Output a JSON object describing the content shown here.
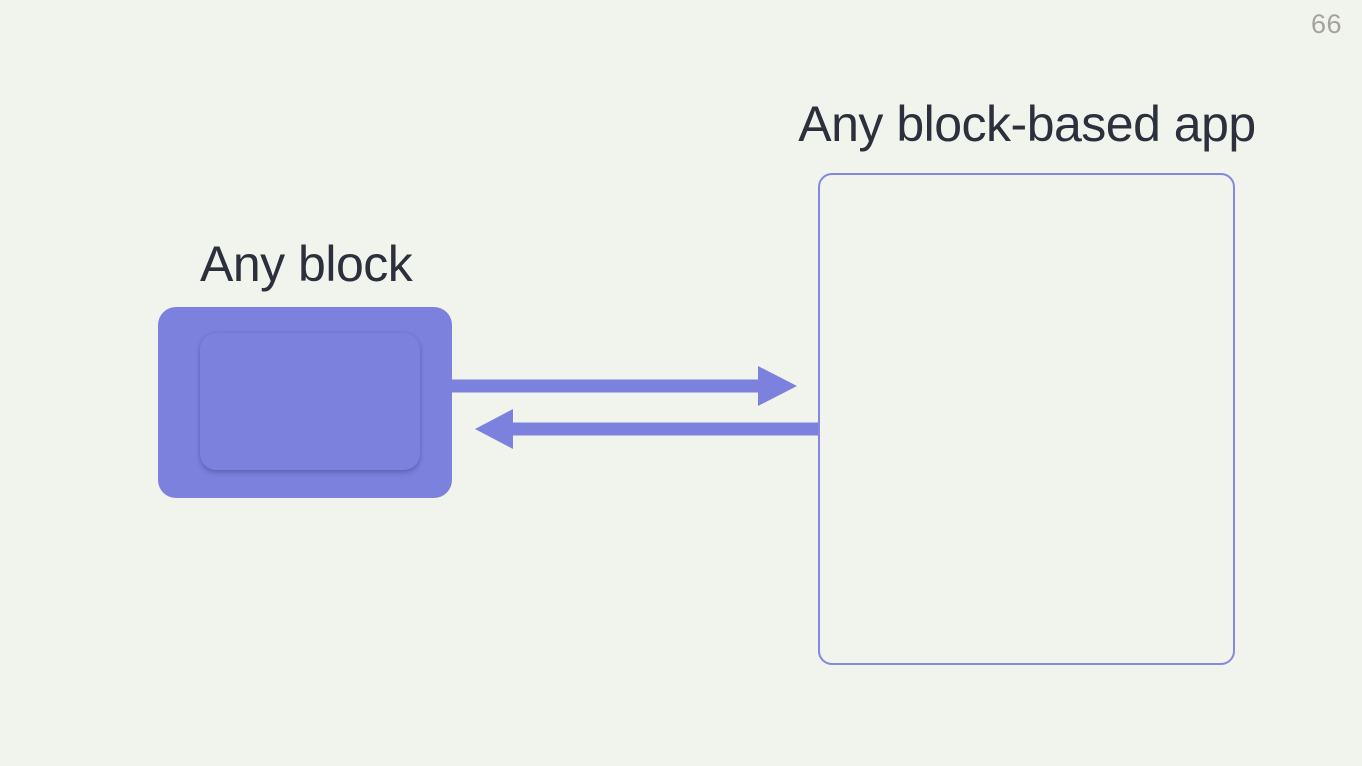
{
  "slide": {
    "page_number": "66",
    "background_color": "#F1F3ED",
    "text_color": "#2B303C",
    "accent_color": "#7C81DE",
    "page_number_color": "#A5A29D"
  },
  "diagram": {
    "block": {
      "label": "Any block",
      "fill": "#7C81DE"
    },
    "app": {
      "label": "Any block-based app",
      "border_color": "#8388E2"
    },
    "arrows": [
      {
        "name": "block-to-app",
        "direction": "right"
      },
      {
        "name": "app-to-block",
        "direction": "left"
      }
    ]
  }
}
